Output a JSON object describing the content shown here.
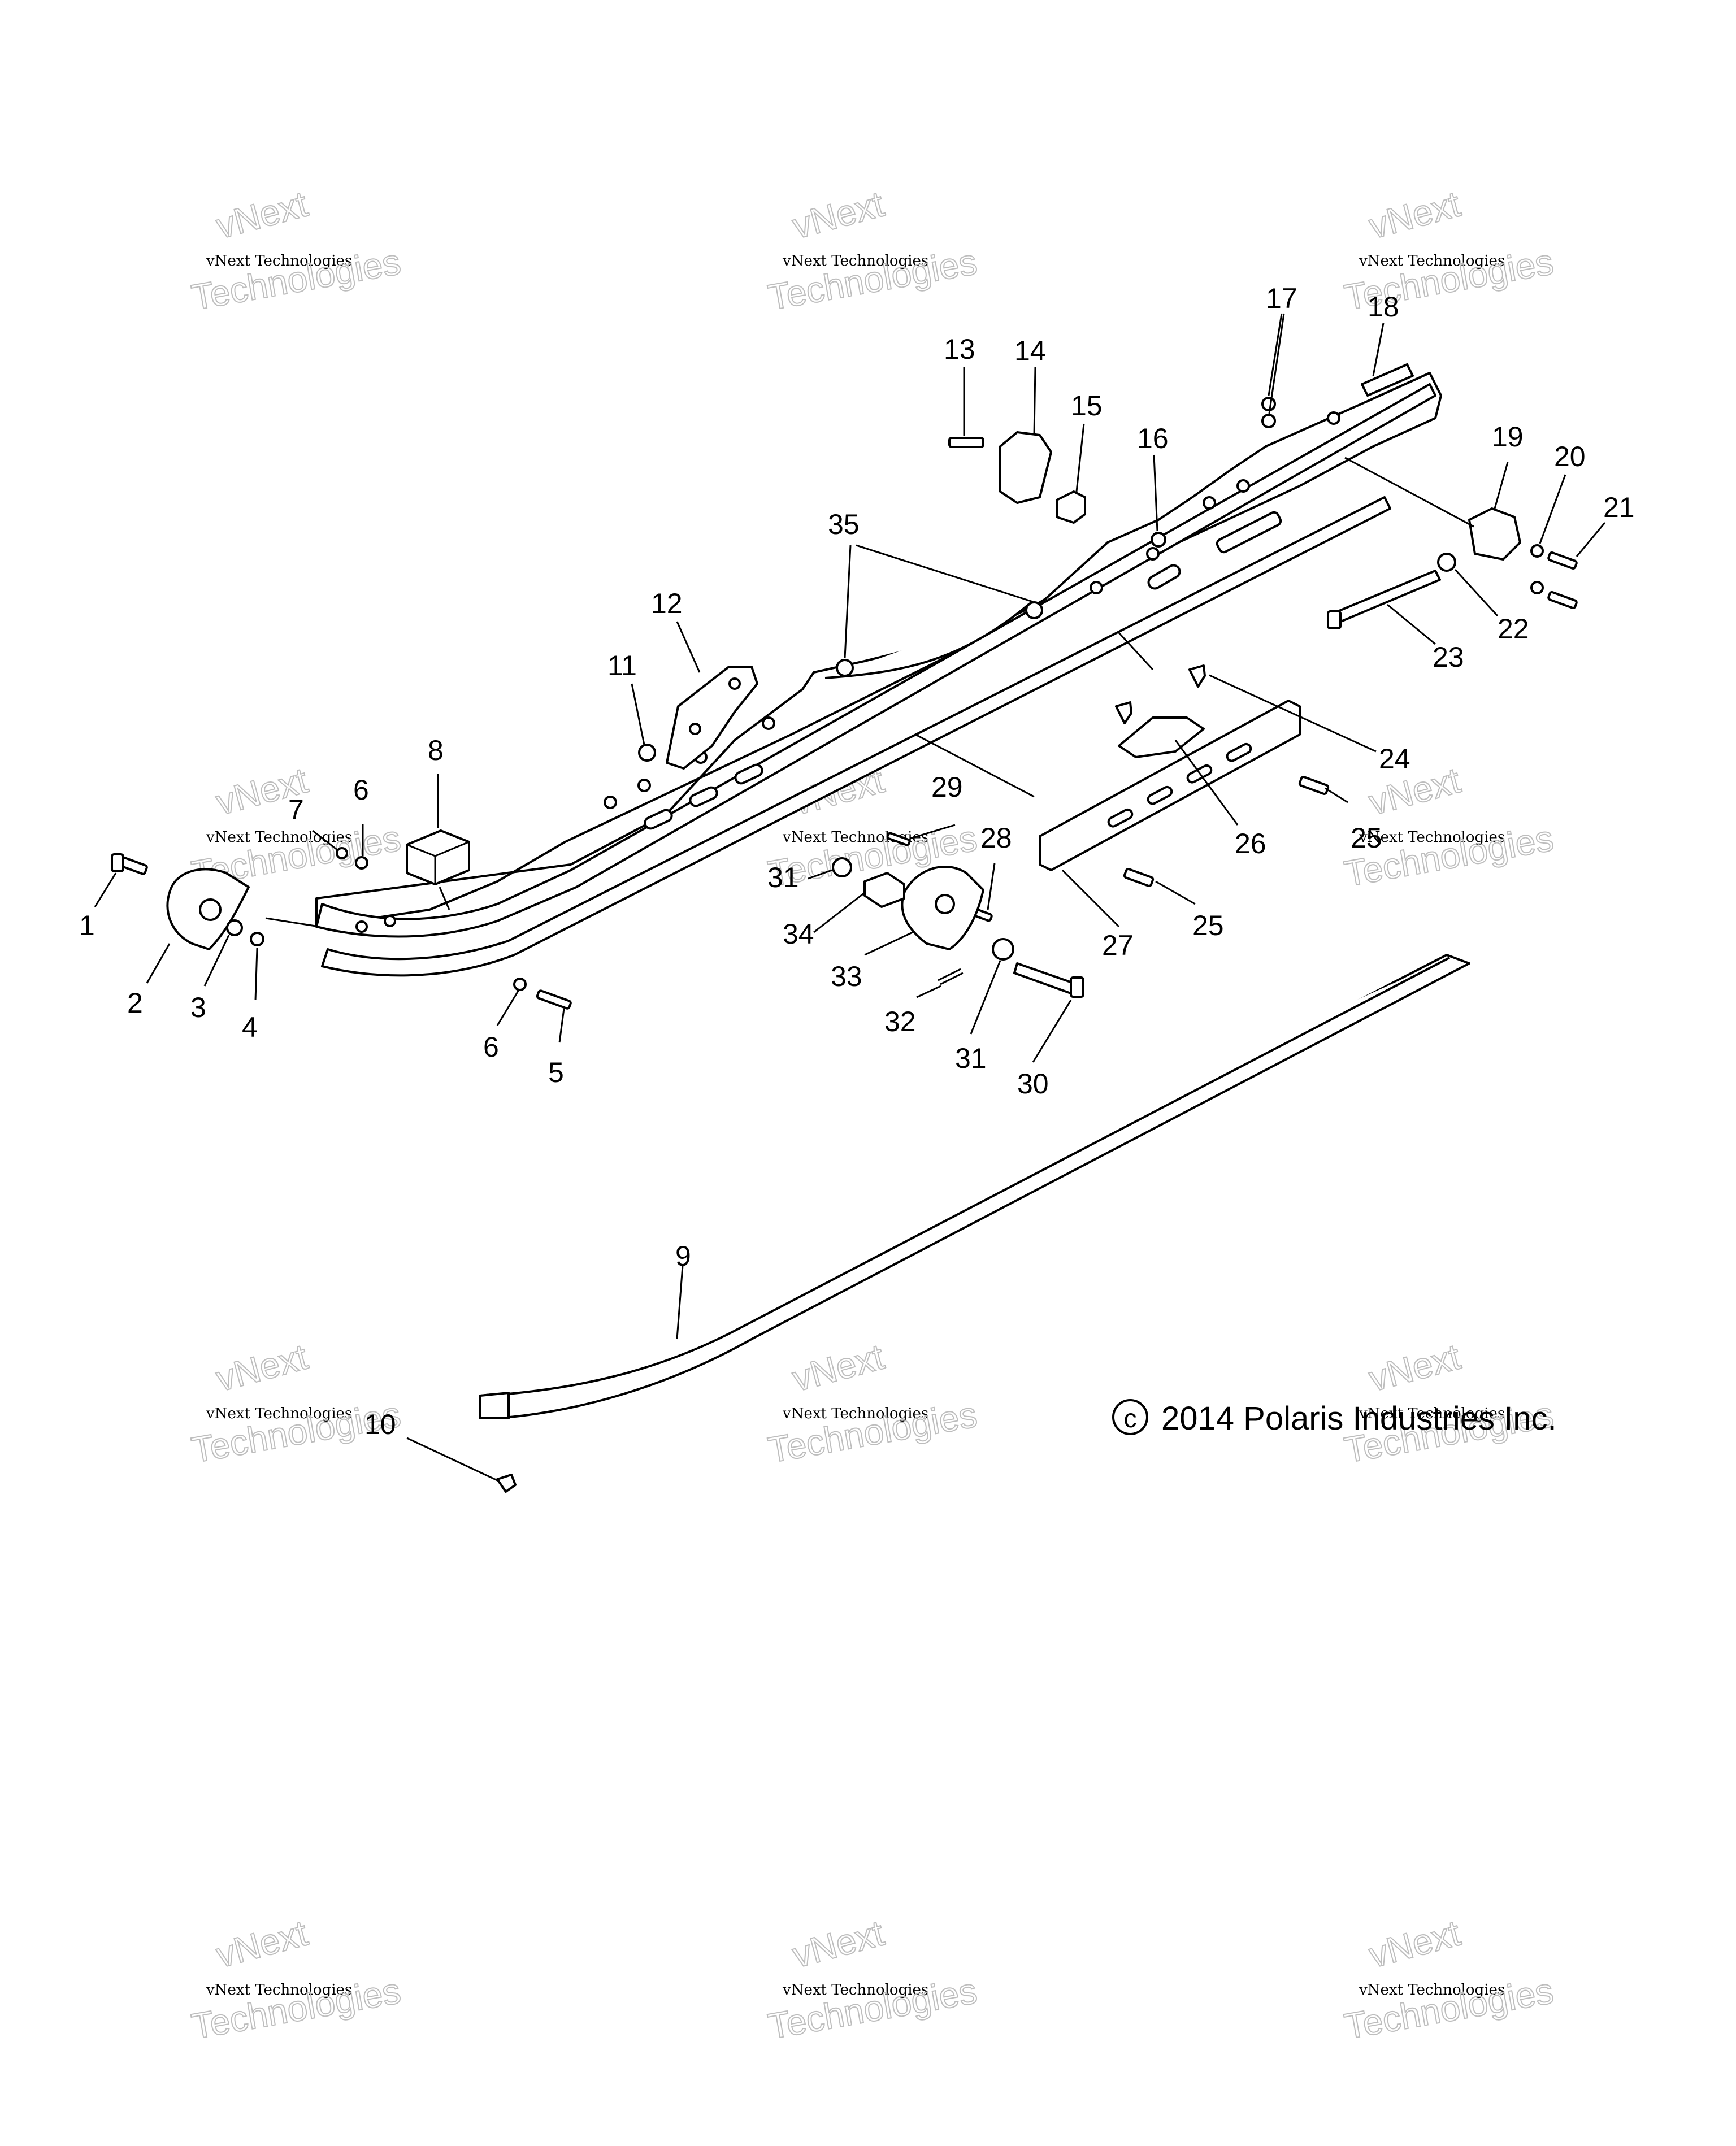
{
  "copyright": "2014 Polaris Industries Inc.",
  "copyright_symbol": "c",
  "watermark": {
    "line1": "vNext",
    "line2": "vNext Technologies",
    "line3": "Technologies"
  },
  "callouts": {
    "c1": "1",
    "c2": "2",
    "c3": "3",
    "c4": "4",
    "c5": "5",
    "c6a": "6",
    "c6b": "6",
    "c7": "7",
    "c8": "8",
    "c9": "9",
    "c10": "10",
    "c11": "11",
    "c12": "12",
    "c13": "13",
    "c14": "14",
    "c15": "15",
    "c16": "16",
    "c17": "17",
    "c18": "18",
    "c19": "19",
    "c20": "20",
    "c21": "21",
    "c22": "22",
    "c23": "23",
    "c24": "24",
    "c25a": "25",
    "c25b": "25",
    "c26": "26",
    "c27": "27",
    "c28": "28",
    "c29": "29",
    "c30": "30",
    "c31a": "31",
    "c31b": "31",
    "c32": "32",
    "c33": "33",
    "c34": "34",
    "c35": "35"
  }
}
